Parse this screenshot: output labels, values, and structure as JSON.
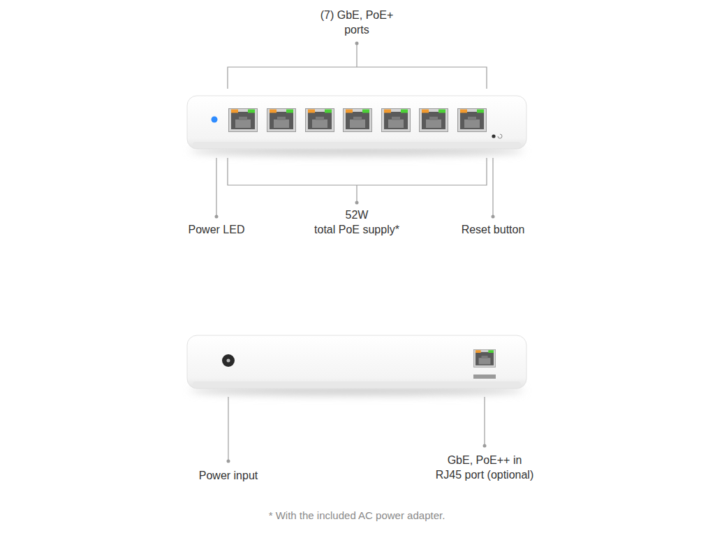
{
  "diagram": {
    "caption": "* With the included AC power adapter.",
    "labels": [
      "(7) GbE, PoE+ ports",
      "52W total PoE supply*",
      "Power LED",
      "Reset button",
      "Power input",
      "GbE, PoE++ in RJ45 port (optional)"
    ]
  }
}
